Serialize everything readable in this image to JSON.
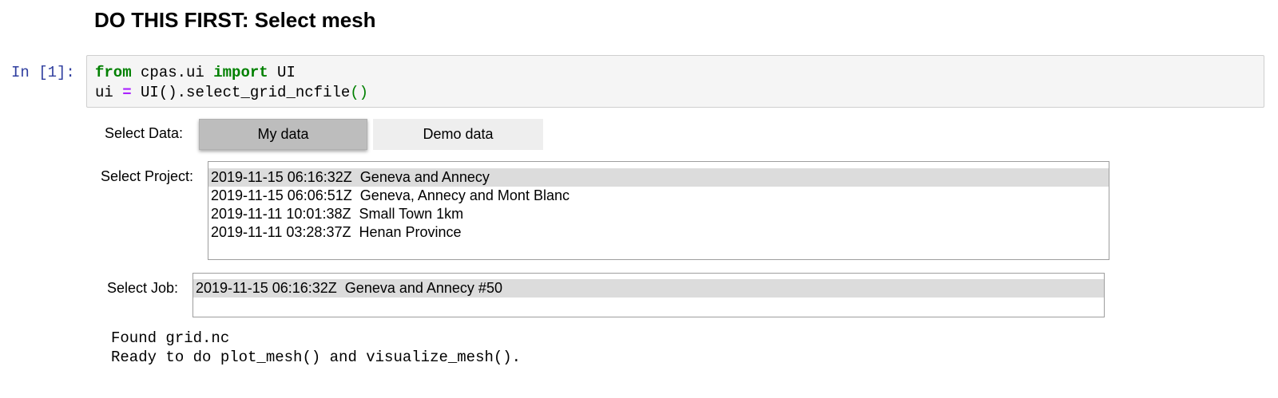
{
  "heading": "DO THIS FIRST: Select mesh",
  "cell": {
    "prompt": "In [1]:",
    "line1": {
      "kw_from": "from",
      "module": " cpas.ui ",
      "kw_import": "import",
      "name": " UI"
    },
    "line2": {
      "var": "ui ",
      "op": "=",
      "call": " UI().select_grid_ncfile",
      "parens": "()"
    }
  },
  "select_data": {
    "label": "Select Data:",
    "buttons": [
      {
        "label": "My data",
        "active": true
      },
      {
        "label": "Demo data",
        "active": false
      }
    ]
  },
  "select_project": {
    "label": "Select Project:",
    "options": [
      {
        "label": "2019-11-15 06:16:32Z  Geneva and Annecy",
        "selected": true
      },
      {
        "label": "2019-11-15 06:06:51Z  Geneva, Annecy and Mont Blanc",
        "selected": false
      },
      {
        "label": "2019-11-11 10:01:38Z  Small Town 1km",
        "selected": false
      },
      {
        "label": "2019-11-11 03:28:37Z  Henan Province",
        "selected": false
      }
    ]
  },
  "select_job": {
    "label": "Select Job:",
    "options": [
      {
        "label": "2019-11-15 06:16:32Z  Geneva and Annecy #50",
        "selected": true
      }
    ]
  },
  "output": {
    "lines": [
      "Found grid.nc",
      "Ready to do plot_mesh() and visualize_mesh()."
    ]
  }
}
